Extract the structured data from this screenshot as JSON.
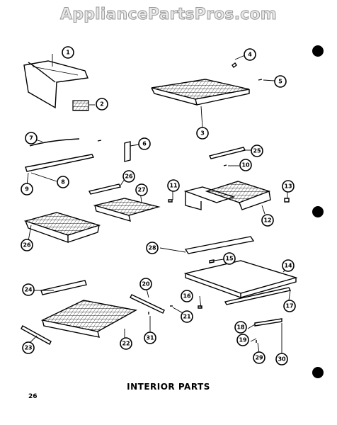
{
  "watermark": "AppliancePartsPros.com",
  "title": "INTERIOR PARTS",
  "page_number": "26",
  "callouts": [
    "1",
    "2",
    "3",
    "4",
    "5",
    "6",
    "7",
    "8",
    "9",
    "10",
    "11",
    "12",
    "13",
    "14",
    "15",
    "16",
    "17",
    "18",
    "19",
    "20",
    "21",
    "22",
    "23",
    "24",
    "25",
    "26",
    "27",
    "28",
    "29",
    "30",
    "31"
  ]
}
